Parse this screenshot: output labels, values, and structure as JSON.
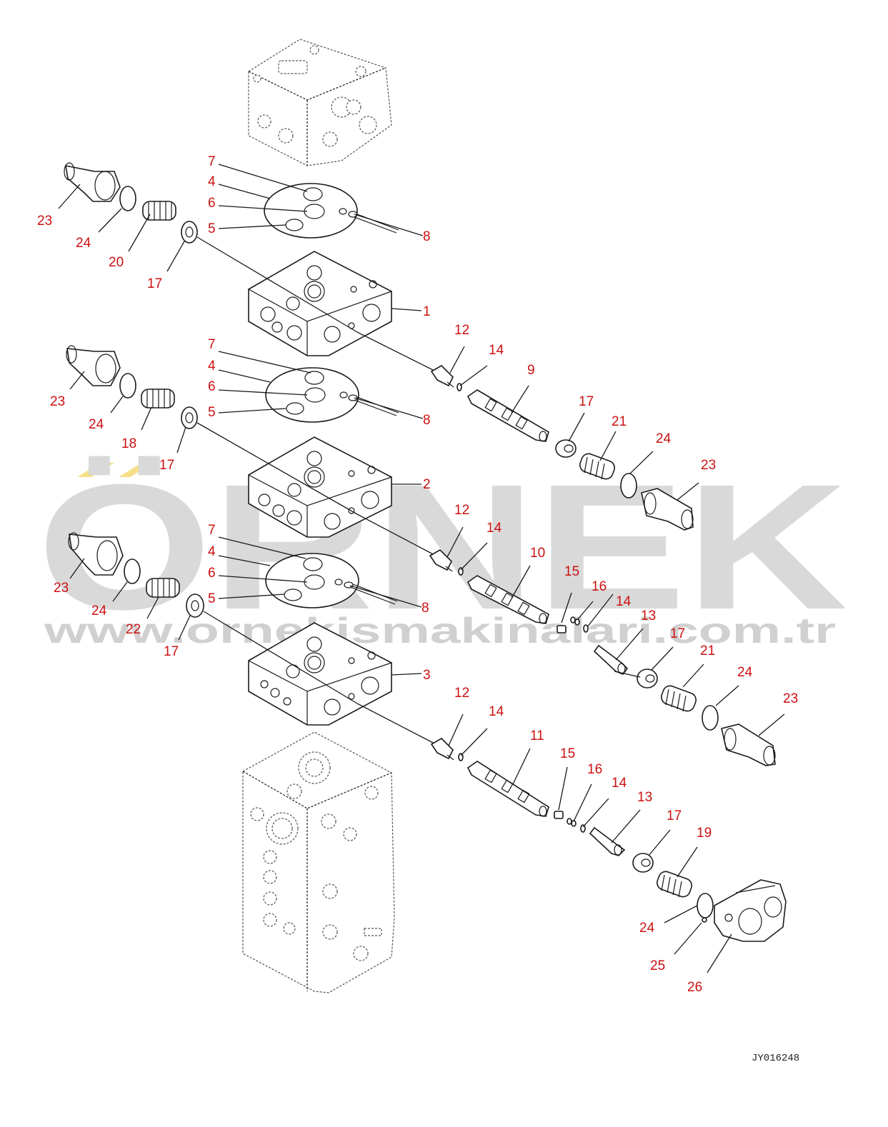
{
  "watermark": {
    "brand": "ÖRNEK",
    "url": "www.ornekismakinalari.com.tr",
    "accent_color": "#f7df8a",
    "text_color": "#d9d9d9"
  },
  "drawing_code": "JY016248",
  "callouts": {
    "c1": "1",
    "c2": "2",
    "c3": "3",
    "c4a": "4",
    "c4b": "4",
    "c4c": "4",
    "c5a": "5",
    "c5b": "5",
    "c5c": "5",
    "c6a": "6",
    "c6b": "6",
    "c6c": "6",
    "c7a": "7",
    "c7b": "7",
    "c7c": "7",
    "c8a": "8",
    "c8b": "8",
    "c8c": "8",
    "c9": "9",
    "c10": "10",
    "c11": "11",
    "c12a": "12",
    "c12b": "12",
    "c12c": "12",
    "c13a": "13",
    "c13b": "13",
    "c14a": "14",
    "c14b": "14",
    "c14c": "14",
    "c14d": "14",
    "c14e": "14",
    "c15a": "15",
    "c15b": "15",
    "c16a": "16",
    "c16b": "16",
    "c17a": "17",
    "c17b": "17",
    "c17c": "17",
    "c17d": "17",
    "c17e": "17",
    "c17f": "17",
    "c18": "18",
    "c19": "19",
    "c20": "20",
    "c21a": "21",
    "c21b": "21",
    "c22": "22",
    "c23a": "23",
    "c23b": "23",
    "c23c": "23",
    "c23d": "23",
    "c23e": "23",
    "c24a": "24",
    "c24b": "24",
    "c24c": "24",
    "c24d": "24",
    "c24e": "24",
    "c24f": "24",
    "c25": "25",
    "c26": "26"
  }
}
